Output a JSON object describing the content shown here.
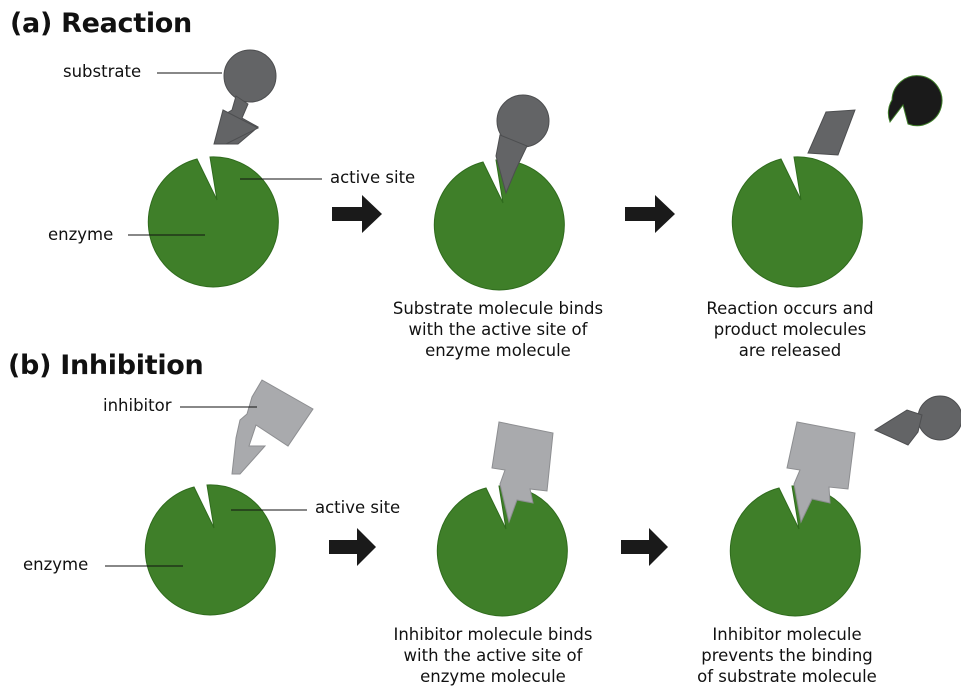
{
  "colors": {
    "enzyme": "#3f7f29",
    "enzyme_edge": "#2f6b1d",
    "substrate": "#636466",
    "inhibitor": "#a9aaad",
    "released_product": "#1a1a1a",
    "released_product_edge": "#3f7f29",
    "arrow": "#1a1a1a",
    "leader_line": "#111111"
  },
  "section_a": {
    "heading": "(a) Reaction",
    "labels": {
      "substrate": "substrate",
      "active_site": "active site",
      "enzyme": "enzyme"
    },
    "captions": {
      "bound": [
        "Substrate molecule binds",
        "with the active site of",
        "enzyme molecule"
      ],
      "released": [
        "Reaction occurs and",
        "product molecules",
        "are released"
      ]
    }
  },
  "section_b": {
    "heading": "(b) Inhibition",
    "labels": {
      "inhibitor": "inhibitor",
      "active_site": "active site",
      "enzyme": "enzyme"
    },
    "captions": {
      "bound": [
        "Inhibitor molecule binds",
        "with the active site of",
        "enzyme molecule"
      ],
      "blocked": [
        "Inhibitor molecule",
        "prevents the binding",
        "of substrate molecule"
      ]
    }
  }
}
